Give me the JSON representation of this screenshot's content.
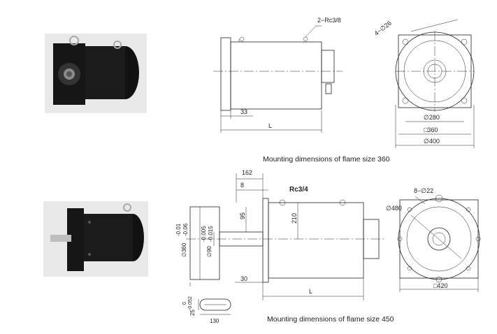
{
  "top_section": {
    "caption": "Mounting dimensions of flame size 360",
    "side_view": {
      "port_label": "2−Rc3/8",
      "flange_offset": "33",
      "length_label": "L"
    },
    "end_view": {
      "holes_label": "4−∅26",
      "pcd": "∅280",
      "flange_square": "□360",
      "outer": "∅400"
    }
  },
  "bottom_section": {
    "caption": "Mounting dimensions of flame size 450",
    "side_view": {
      "dim_162": "162",
      "dim_8": "8",
      "port_label": "Rc3/4",
      "dim_95": "95",
      "dim_210": "210",
      "tol_360": "-0.01\n-0.06",
      "tol_360_upper": "-0.01",
      "tol_360_lower": "-0.06",
      "dia_360": "∅360",
      "dia_90": "∅90",
      "tol_90_upper": "-0.005",
      "tol_90_lower": "-0.015",
      "dim_30": "30",
      "length_label": "L"
    },
    "end_view": {
      "holes_label": "8−∅22",
      "pcd": "∅480",
      "flange_square": "□420"
    },
    "key_view": {
      "width": "25",
      "tol_upper": "0",
      "tol_lower": "-0.052",
      "length": "130"
    }
  },
  "colors": {
    "line": "#222222",
    "photo_bg": "#e9e9e9",
    "motor_body": "#1b1b1b"
  }
}
